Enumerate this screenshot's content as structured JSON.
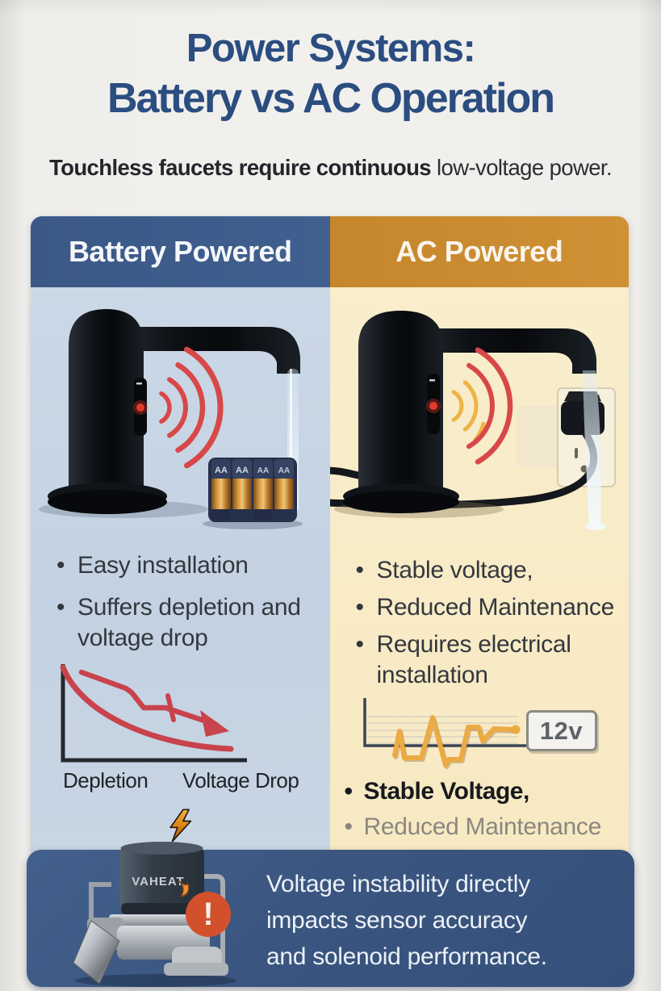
{
  "header": {
    "title_line1": "Power Systems:",
    "title_line2": "Battery vs AC Operation",
    "subtitle_emphasis": "Touchless faucets require continuous",
    "subtitle_rest": " low-voltage power."
  },
  "battery_column": {
    "header_label": "Battery Powered",
    "bullets": [
      "Easy installation",
      "Suffers depletion and voltage drop"
    ],
    "battery_cell_labels": [
      "AA",
      "AA",
      "AA",
      "AA"
    ],
    "chart": {
      "type": "line",
      "description": "declining battery voltage: smooth depletion curve and jagged voltage-drop line with downward arrow",
      "x_labels": [
        "Depletion",
        "Voltage Drop"
      ]
    }
  },
  "ac_column": {
    "header_label": "AC Powered",
    "bullets": [
      "Stable voltage,",
      "Reduced Maintenance",
      "Requires electrical installation"
    ],
    "chart": {
      "type": "line",
      "description": "stable voltage pulse waveform settling to constant level",
      "voltage_badge": "12v"
    },
    "secondary_bullets": [
      "Stable Voltage,",
      "Reduced Maintenance"
    ]
  },
  "footer": {
    "line1": "Voltage instability directly",
    "line2": "impacts sensor accuracy",
    "line3": "and solenoid performance.",
    "valve_brand": "VAHEAT",
    "alert_mark": "!"
  },
  "colors": {
    "title_blue": "#2b4d80",
    "battery_header_bg": "#3c5a89",
    "ac_header_bg": "#ca8b30",
    "battery_body_bg": "#c7d5e4",
    "ac_body_bg": "#f8ecca",
    "footer_bg": "#3e5a83",
    "sensor_wave_red": "#d84848",
    "waveform_amber": "#ecaa43",
    "alert_red": "#d2512c"
  }
}
